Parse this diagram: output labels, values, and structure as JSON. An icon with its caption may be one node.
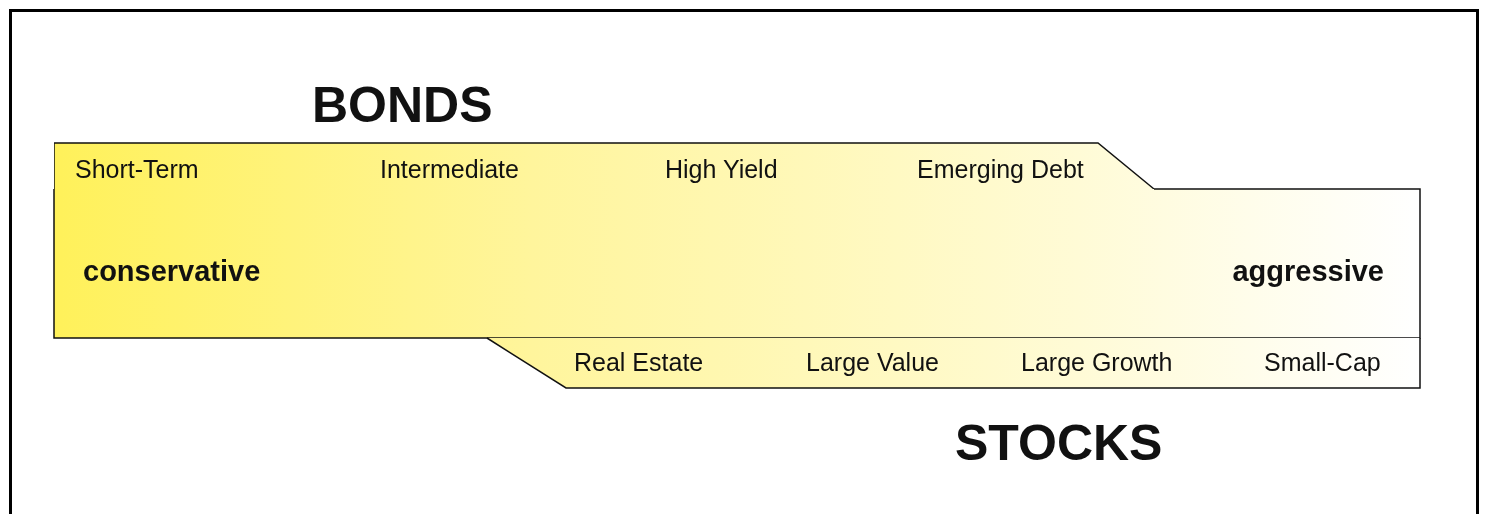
{
  "diagram": {
    "nodes": [
      {
        "text": [
          "BONDS",
          "Short-Term",
          "Intermediate",
          "High Yield",
          "Emerging Debt"
        ]
      },
      {
        "text": [
          "conservative",
          "aggressive"
        ]
      },
      {
        "text": [
          "Real Estate",
          "Large Value",
          "Large Growth",
          "Small-Cap",
          "STOCKS"
        ]
      }
    ]
  }
}
